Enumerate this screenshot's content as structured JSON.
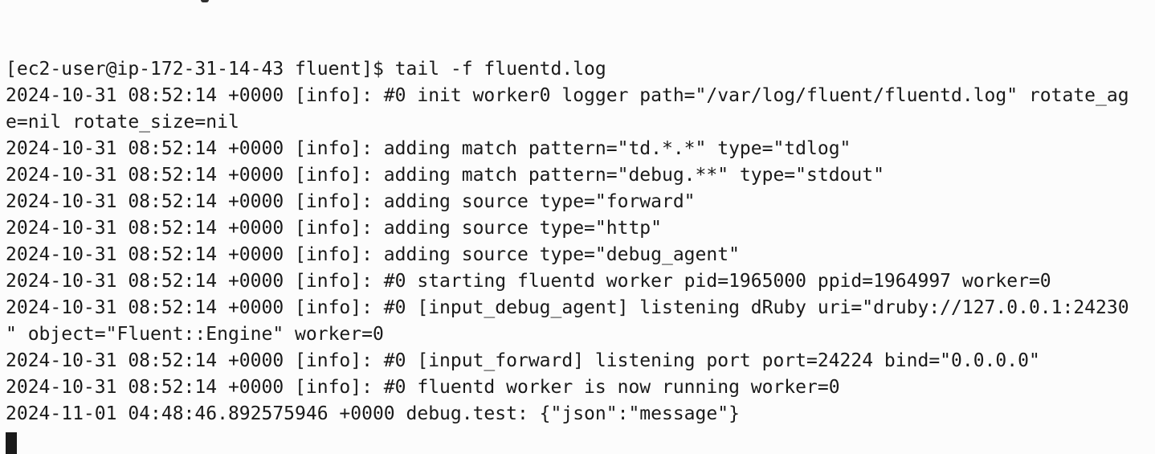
{
  "terminal": {
    "colors": {
      "background": "#fcfcfc",
      "text": "#1a1a1a",
      "cursor": "#1a1a1a"
    },
    "prompt": "[ec2-user@ip-172-31-14-43 fluent]$",
    "command": "tail -f fluentd.log",
    "cursor_style": "block",
    "lines": [
      "[ec2-user@ip-172-31-14-43 fluent]$ tail -f fluentd.log",
      "2024-10-31 08:52:14 +0000 [info]: #0 init worker0 logger path=\"/var/log/fluent/fluentd.log\" rotate_ag",
      "e=nil rotate_size=nil",
      "2024-10-31 08:52:14 +0000 [info]: adding match pattern=\"td.*.*\" type=\"tdlog\"",
      "2024-10-31 08:52:14 +0000 [info]: adding match pattern=\"debug.**\" type=\"stdout\"",
      "2024-10-31 08:52:14 +0000 [info]: adding source type=\"forward\"",
      "2024-10-31 08:52:14 +0000 [info]: adding source type=\"http\"",
      "2024-10-31 08:52:14 +0000 [info]: adding source type=\"debug_agent\"",
      "2024-10-31 08:52:14 +0000 [info]: #0 starting fluentd worker pid=1965000 ppid=1964997 worker=0",
      "2024-10-31 08:52:14 +0000 [info]: #0 [input_debug_agent] listening dRuby uri=\"druby://127.0.0.1:24230",
      "\" object=\"Fluent::Engine\" worker=0",
      "2024-10-31 08:52:14 +0000 [info]: #0 [input_forward] listening port port=24224 bind=\"0.0.0.0\"",
      "2024-10-31 08:52:14 +0000 [info]: #0 fluentd worker is now running worker=0",
      "2024-11-01 04:48:46.892575946 +0000 debug.test: {\"json\":\"message\"}"
    ]
  }
}
